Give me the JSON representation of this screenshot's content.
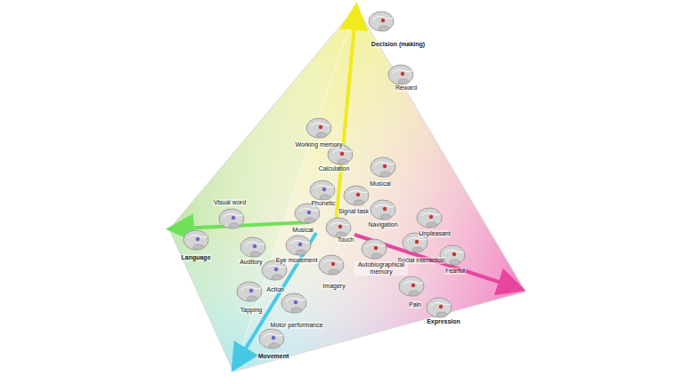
{
  "diagram": {
    "labels": [
      "Decision (making)",
      "Reward",
      "Working memory",
      "Calculation",
      "Musical",
      "Phonetic",
      "Signal task",
      "Navigation",
      "Visual word",
      "Language",
      "Auditory",
      "Musical",
      "Touch",
      "Eye movement",
      "Unpleasant",
      "Social interaction",
      "Fearful",
      "Autobiographical memory",
      "Action",
      "Imagery",
      "Tapping",
      "Motor performance",
      "Pain",
      "Expression",
      "Movement"
    ]
  }
}
